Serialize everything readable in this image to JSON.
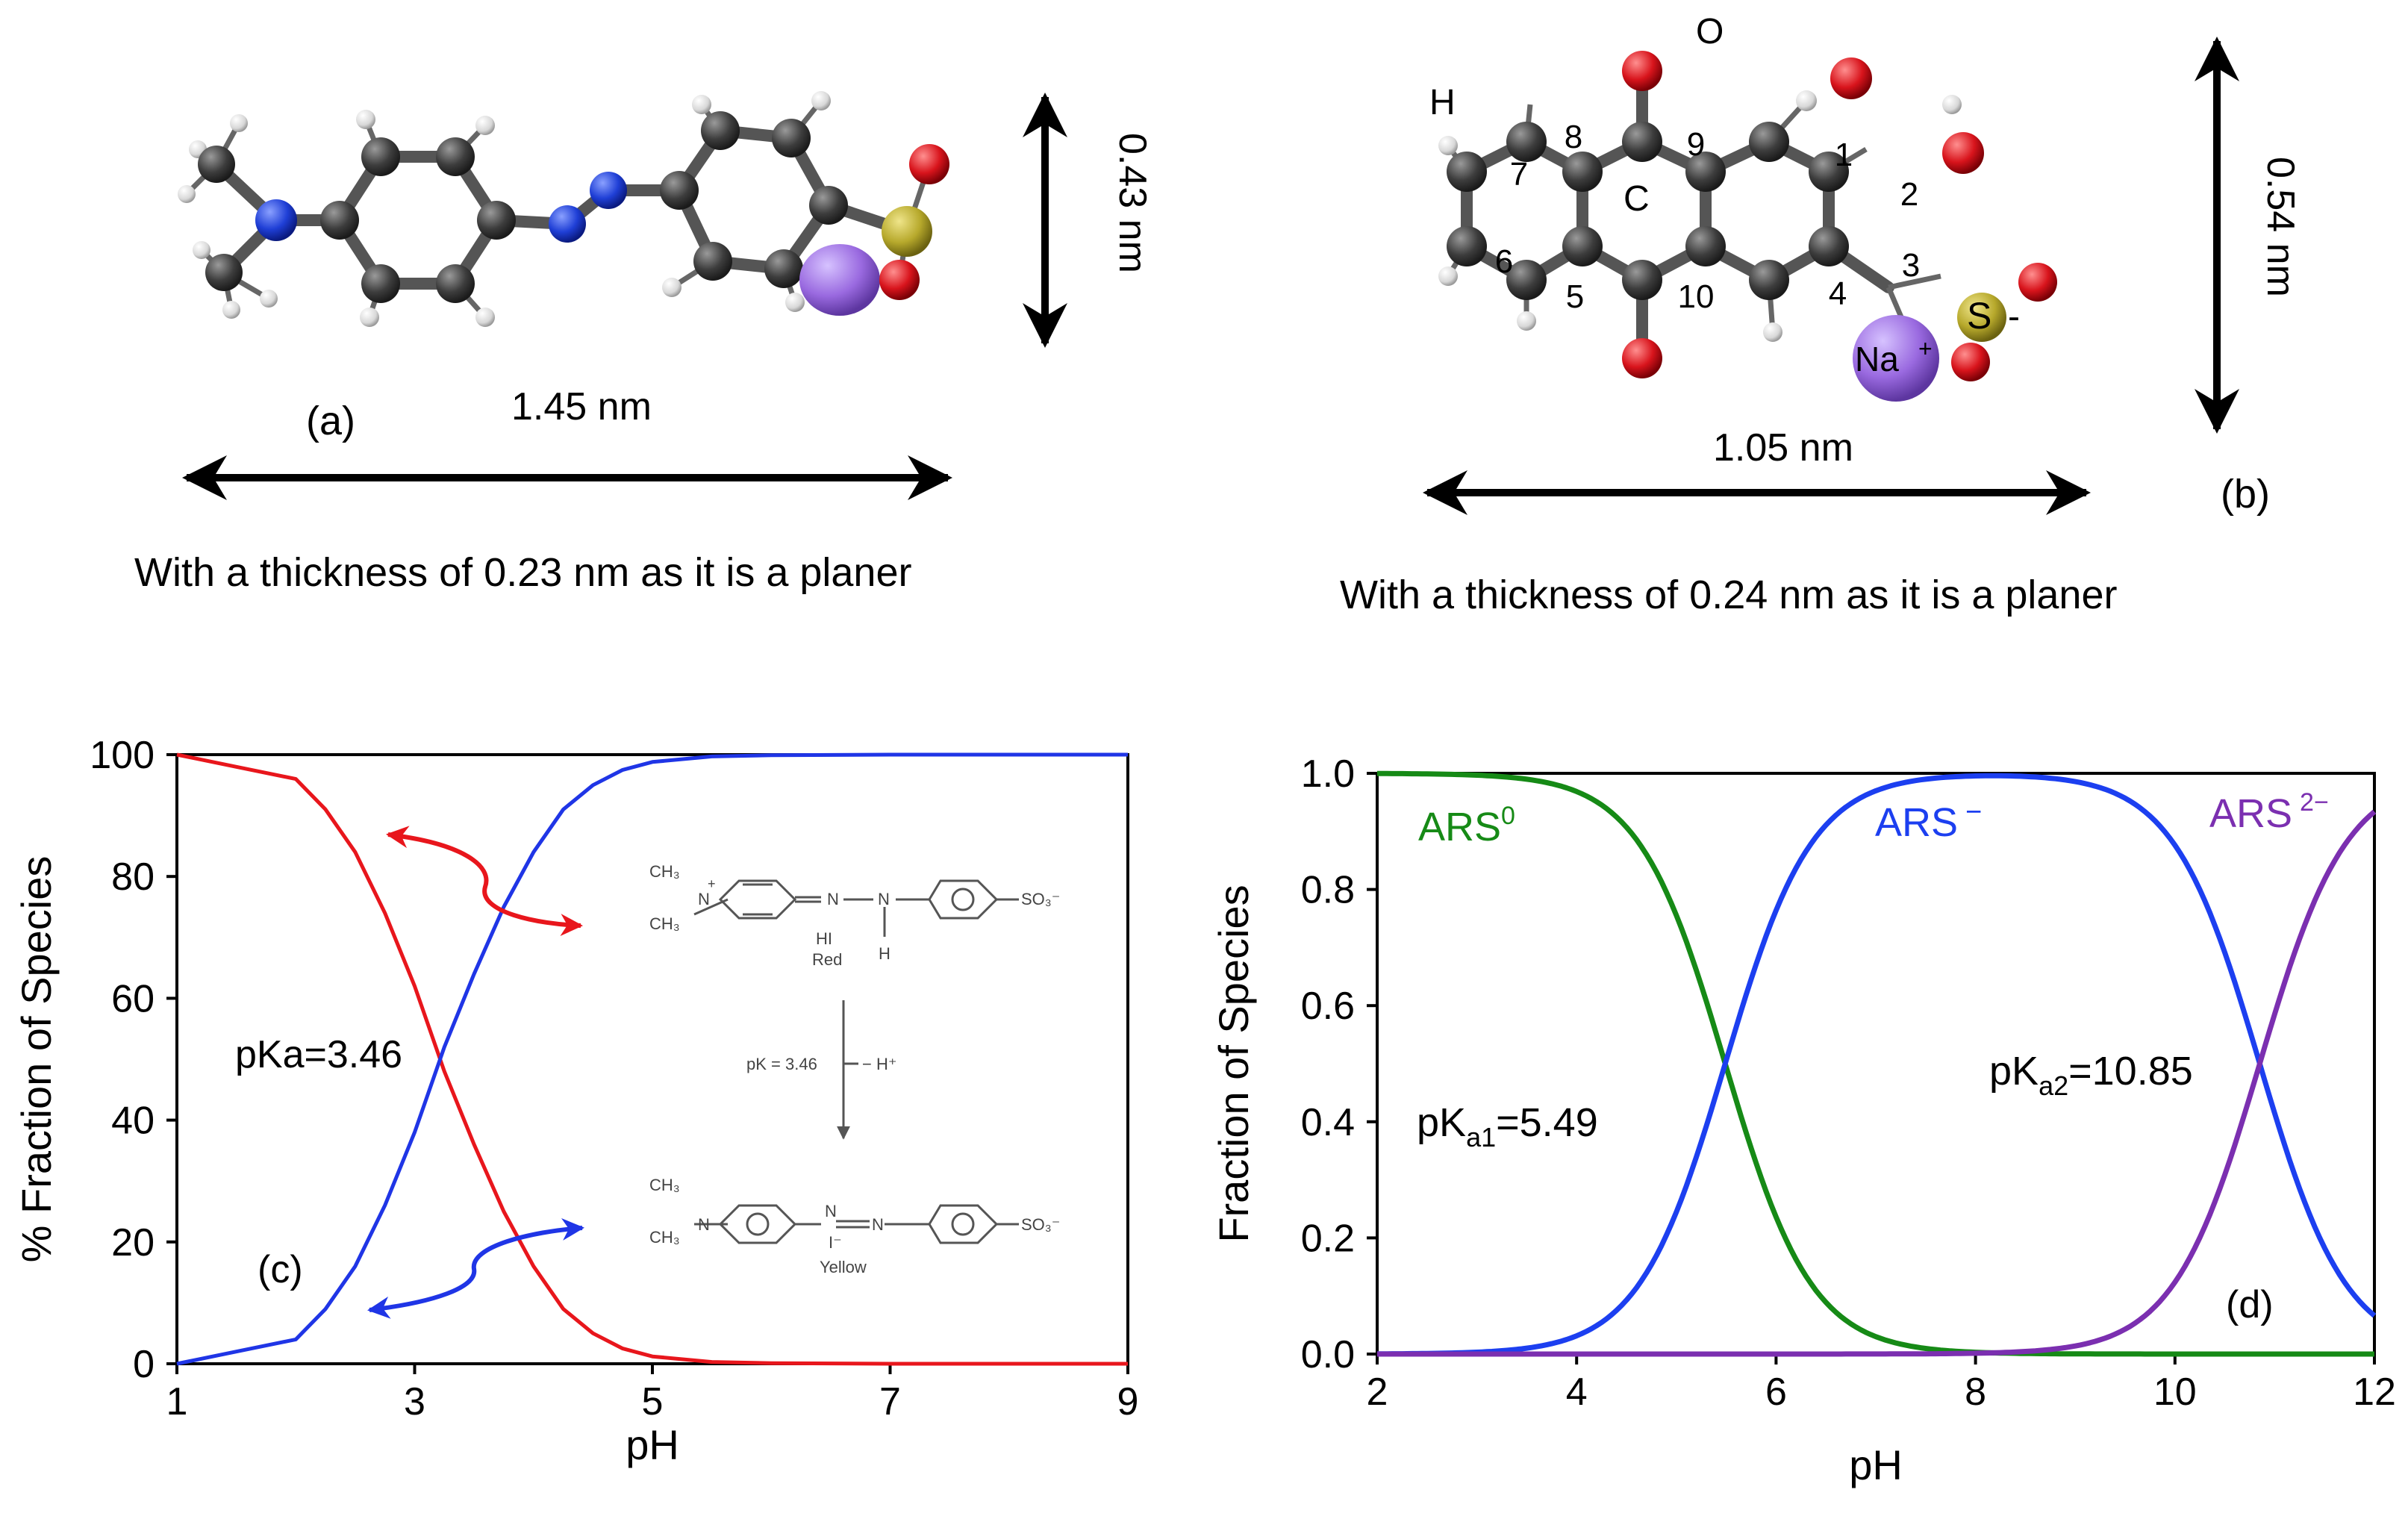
{
  "panel_a": {
    "label": "(a)",
    "length": "1.45 nm",
    "height": "0.43 nm",
    "caption": "With a thickness of 0.23 nm as it is a planer",
    "colors": {
      "carbon": "#3d3d3d",
      "hydrogen": "#e9e9e9",
      "nitrogen": "#1f3fd6",
      "oxygen": "#d8141c",
      "sulfur": "#b7a92c",
      "sodium": "#9a6ae0"
    }
  },
  "panel_b": {
    "label": "(b)",
    "length": "1.05 nm",
    "height": "0.54 nm",
    "caption": "With a thickness of 0.24 nm as it is a planer",
    "atom_labels": {
      "O": "O",
      "H": "H",
      "C": "C",
      "S": "S",
      "minus": "-",
      "Na": "Na",
      "plus": "+"
    },
    "numbers": [
      "1",
      "2",
      "3",
      "4",
      "5",
      "6",
      "7",
      "8",
      "9",
      "10"
    ]
  },
  "chart_data": [
    {
      "type": "line",
      "panel": "(c)",
      "xlabel": "pH",
      "ylabel": "% Fraction of Species",
      "xlim": [
        1,
        9
      ],
      "ylim": [
        0,
        100
      ],
      "xticks": [
        1,
        3,
        5,
        7,
        9
      ],
      "yticks": [
        0,
        20,
        40,
        60,
        80,
        100
      ],
      "series": [
        {
          "color": "#e8161c",
          "x": [
            1,
            1.5,
            2,
            2.25,
            2.5,
            2.75,
            3,
            3.25,
            3.5,
            3.75,
            4,
            4.25,
            4.5,
            4.75,
            5,
            5.5,
            6,
            7,
            9
          ],
          "y": [
            100,
            98,
            96,
            91,
            84,
            74,
            62,
            48,
            36,
            25,
            16,
            9,
            5,
            2.5,
            1.2,
            0.3,
            0.1,
            0,
            0
          ]
        },
        {
          "color": "#1f35e6",
          "x": [
            1,
            1.5,
            2,
            2.25,
            2.5,
            2.75,
            3,
            3.25,
            3.5,
            3.75,
            4,
            4.25,
            4.5,
            4.75,
            5,
            5.5,
            6,
            7,
            9
          ],
          "y": [
            0,
            2,
            4,
            9,
            16,
            26,
            38,
            52,
            64,
            75,
            84,
            91,
            95,
            97.5,
            98.8,
            99.7,
            99.9,
            100,
            100
          ]
        }
      ],
      "annotations": {
        "pka": "pKa=3.46",
        "pk_step": "pK = 3.46",
        "minus_h": "− H⁺",
        "hi": "HI",
        "red": "Red",
        "yellow": "Yellow",
        "ch3": "CH₃",
        "n": "N",
        "h": "H",
        "so3": "SO₃⁻",
        "i_minus": "I⁻",
        "plus": "+"
      }
    },
    {
      "type": "line",
      "panel": "(d)",
      "xlabel": "pH",
      "ylabel": "Fraction of Species",
      "xlim": [
        2,
        12
      ],
      "ylim": [
        0,
        1.0
      ],
      "xticks": [
        2,
        4,
        6,
        8,
        10,
        12
      ],
      "yticks": [
        0.0,
        0.2,
        0.4,
        0.6,
        0.8,
        1.0
      ],
      "pka1": 5.49,
      "pka2": 10.85,
      "series": [
        {
          "name": "ARS0",
          "color": "#168a16"
        },
        {
          "name": "ARS−",
          "color": "#1c3ff0"
        },
        {
          "name": "ARS2−",
          "color": "#7b2fb0"
        }
      ],
      "labels": {
        "ars0_base": "ARS",
        "ars0_sup": "0",
        "arsm_base": "ARS",
        "arsm_sup": "−",
        "ars2_base": "ARS",
        "ars2_sup": "2−",
        "pka1_p": "pK",
        "pka1_sub": "a1",
        "pka1_val": "=5.49",
        "pka2_p": "pK",
        "pka2_sub": "a2",
        "pka2_val": "=10.85"
      }
    }
  ]
}
